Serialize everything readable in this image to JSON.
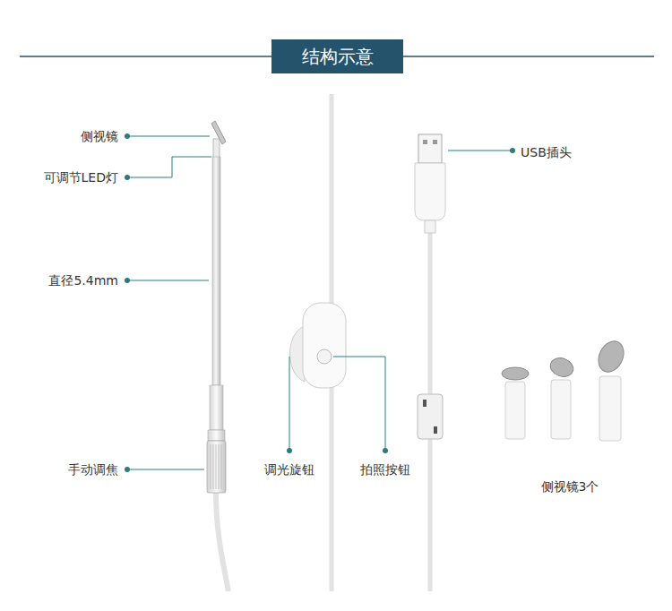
{
  "diagram": {
    "title": "结构示意",
    "labels": [
      "侧视镜",
      "可调节LED灯",
      "直径5.4mm",
      "手动调焦",
      "调光旋钮",
      "拍照按钮",
      "USB插头",
      "侧视镜3个"
    ]
  }
}
